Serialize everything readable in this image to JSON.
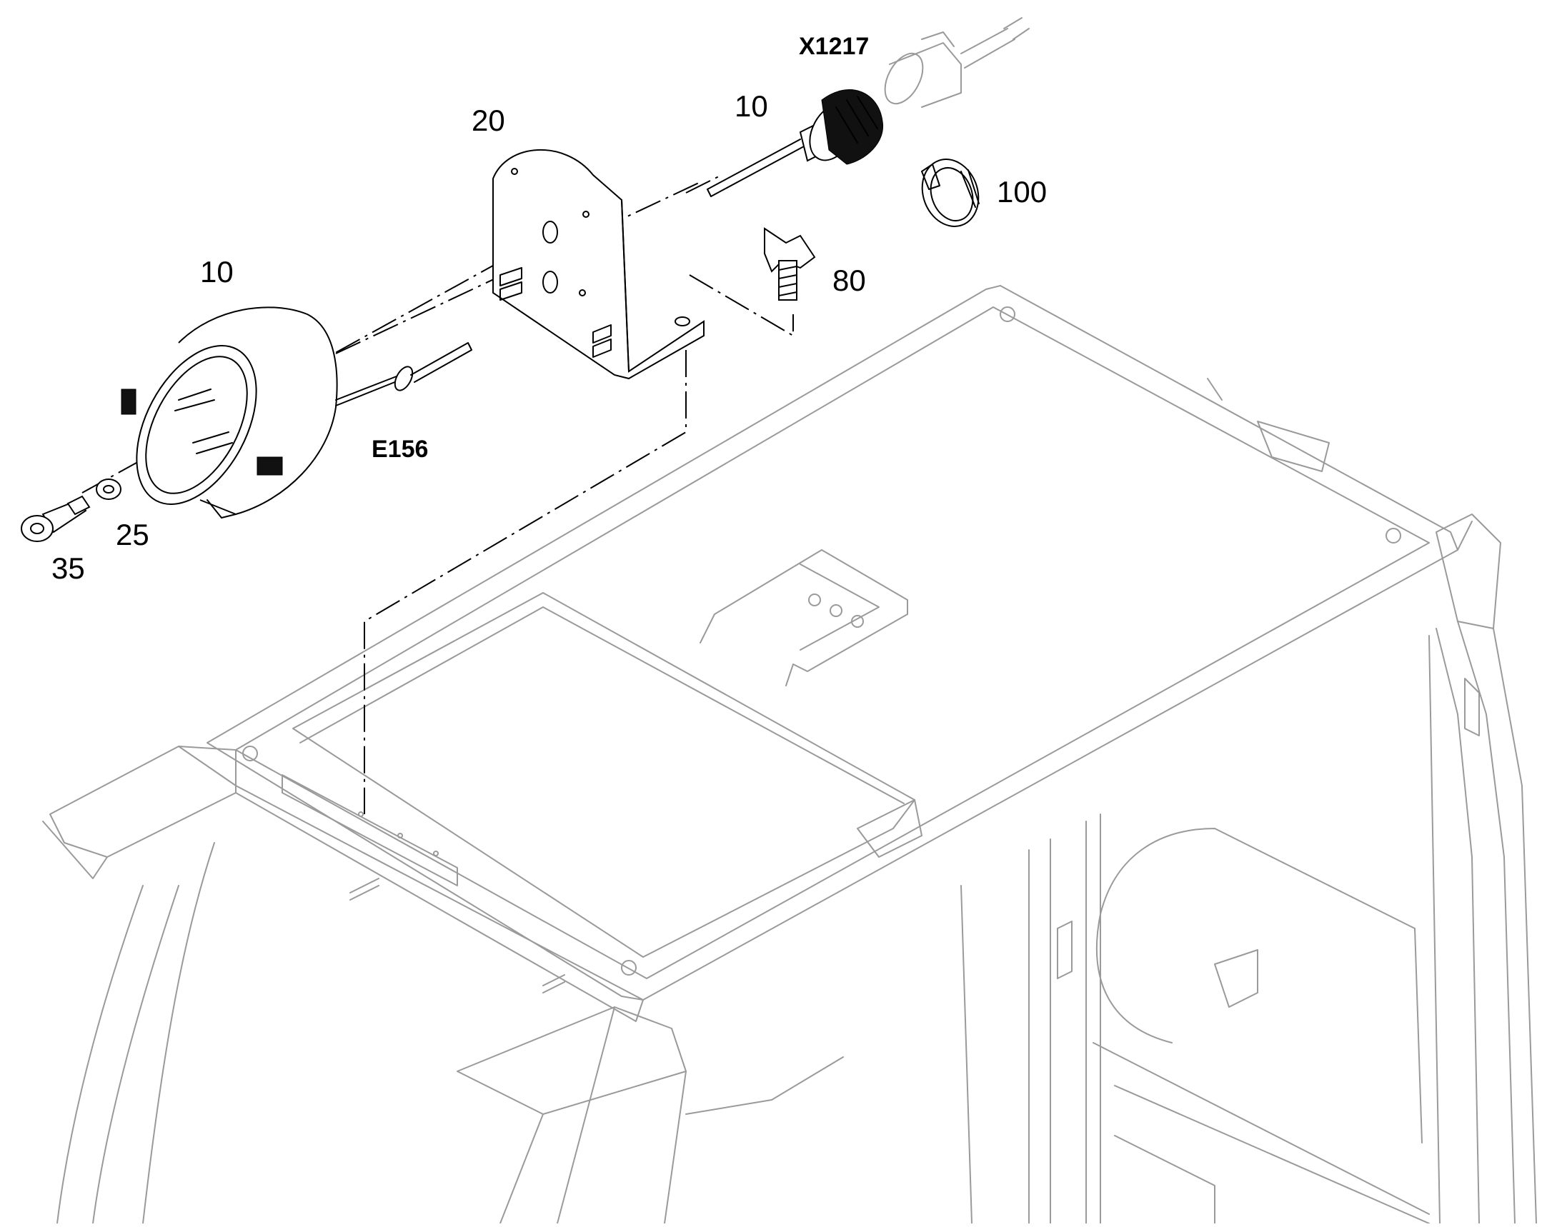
{
  "labels": {
    "x1217": "X1217",
    "part_10_top": "10",
    "part_20": "20",
    "part_100": "100",
    "part_80": "80",
    "part_10_left": "10",
    "e156": "E156",
    "part_25": "25",
    "part_35": "35"
  },
  "colors": {
    "line": "#000000",
    "cab_line": "#9a9a9a",
    "background": "#ffffff"
  }
}
